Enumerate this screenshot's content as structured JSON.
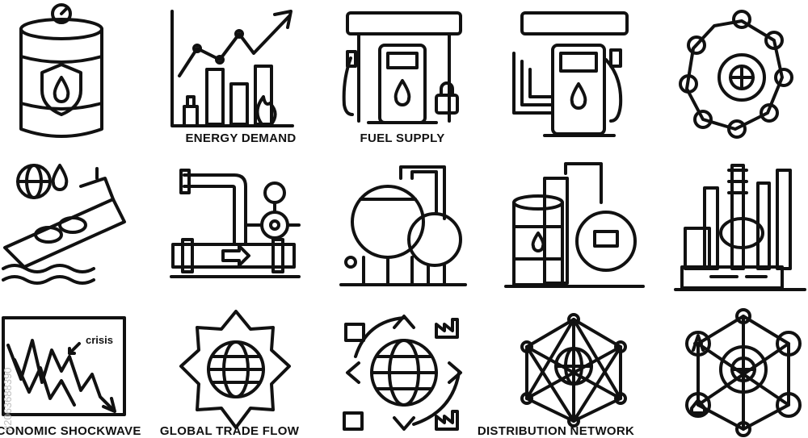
{
  "labels": {
    "energy_demand": "ENERGY DEMAND",
    "fuel_supply": "FUEL SUPPLY",
    "economic_shockwave": "ECONOMIC SHOCKWAVE",
    "global_trade_flow": "GLOBAL TRADE FLOW",
    "distribution_network": "DISTRIBUTION NETWORK",
    "crisis": "crisis"
  },
  "watermark": "#2063688390"
}
